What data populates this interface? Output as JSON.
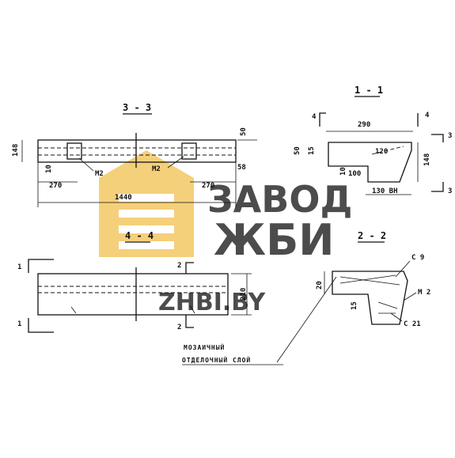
{
  "sections": {
    "s33": "3 - 3",
    "s11": "1 - 1",
    "s44": "4 - 4",
    "s22": "2 - 2"
  },
  "view33": {
    "dim_height": "148",
    "dim_top": "50",
    "dim_10": "10",
    "dim_left": "270",
    "dim_right": "270",
    "dim_length": "1440",
    "dim_58": "58",
    "label_m2_left": "М2",
    "label_m2_right": "М2"
  },
  "view11": {
    "mark_4_left": "4",
    "mark_4_right": "4",
    "mark_3_top": "3",
    "mark_3_bottom": "3",
    "dim_width": "290",
    "dim_50": "50",
    "dim_15": "15",
    "dim_120": "120",
    "dim_10": "10",
    "dim_100": "100",
    "dim_148": "148",
    "dim_130": "130 ВН"
  },
  "view44": {
    "mark_1_top": "1",
    "mark_1_bottom": "1",
    "mark_2_top": "2",
    "mark_2_bottom": "2",
    "dim_height": "210"
  },
  "view22": {
    "dim_20": "20",
    "dim_15": "15",
    "label_c9": "С 9",
    "label_m2": "М 2",
    "label_c21": "С 21"
  },
  "note": {
    "line1": "МОЗАИЧНЫЙ",
    "line2": "ОТДЕЛОЧНЫЙ СЛОЙ"
  },
  "watermark": {
    "line1": "ЗАВОД",
    "line2": "ЖБИ",
    "url": "ZHBI.BY",
    "color": "#f2c14e"
  }
}
